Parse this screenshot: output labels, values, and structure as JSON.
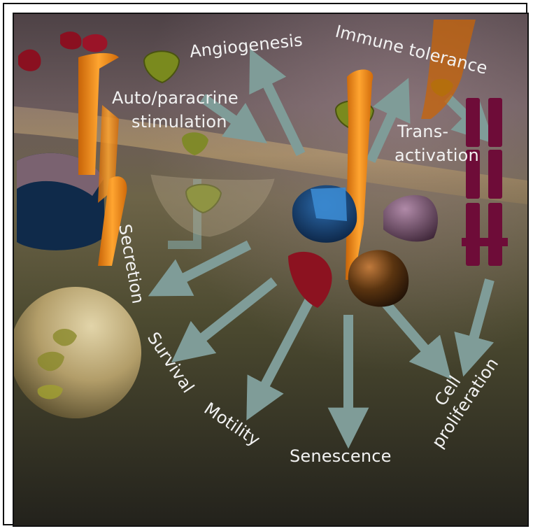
{
  "labels": {
    "angiogenesis": "Angiogenesis",
    "immune_tolerance": "Immune tolerance",
    "auto_paracrine_line1": "Auto/paracrine",
    "auto_paracrine_line2": "stimulation",
    "trans_line1": "Trans-",
    "trans_line2": "activation",
    "secretion": "Secretion",
    "survival": "Survival",
    "motility": "Motility",
    "senescence": "Senescence",
    "cell_line1": "Cell",
    "cell_line2": "proliferation"
  },
  "colors": {
    "frame": "#111111",
    "label_text": "#f2f2f2",
    "arrow": "#7f9c98",
    "background_top": "#5a4d50",
    "background_bottom": "#2b2a22",
    "receptor_orange": "#f08a12",
    "ligand_green": "#7a8a1e",
    "ligand_red": "#8a1020",
    "receptor_maroon": "#6e0c38"
  },
  "icons": {
    "membrane": "translucent-cell-membrane",
    "receptor": "orange-receptor-icon",
    "ligand": "green-ligand-icon",
    "vesicle": "secretory-vesicle-icon"
  }
}
